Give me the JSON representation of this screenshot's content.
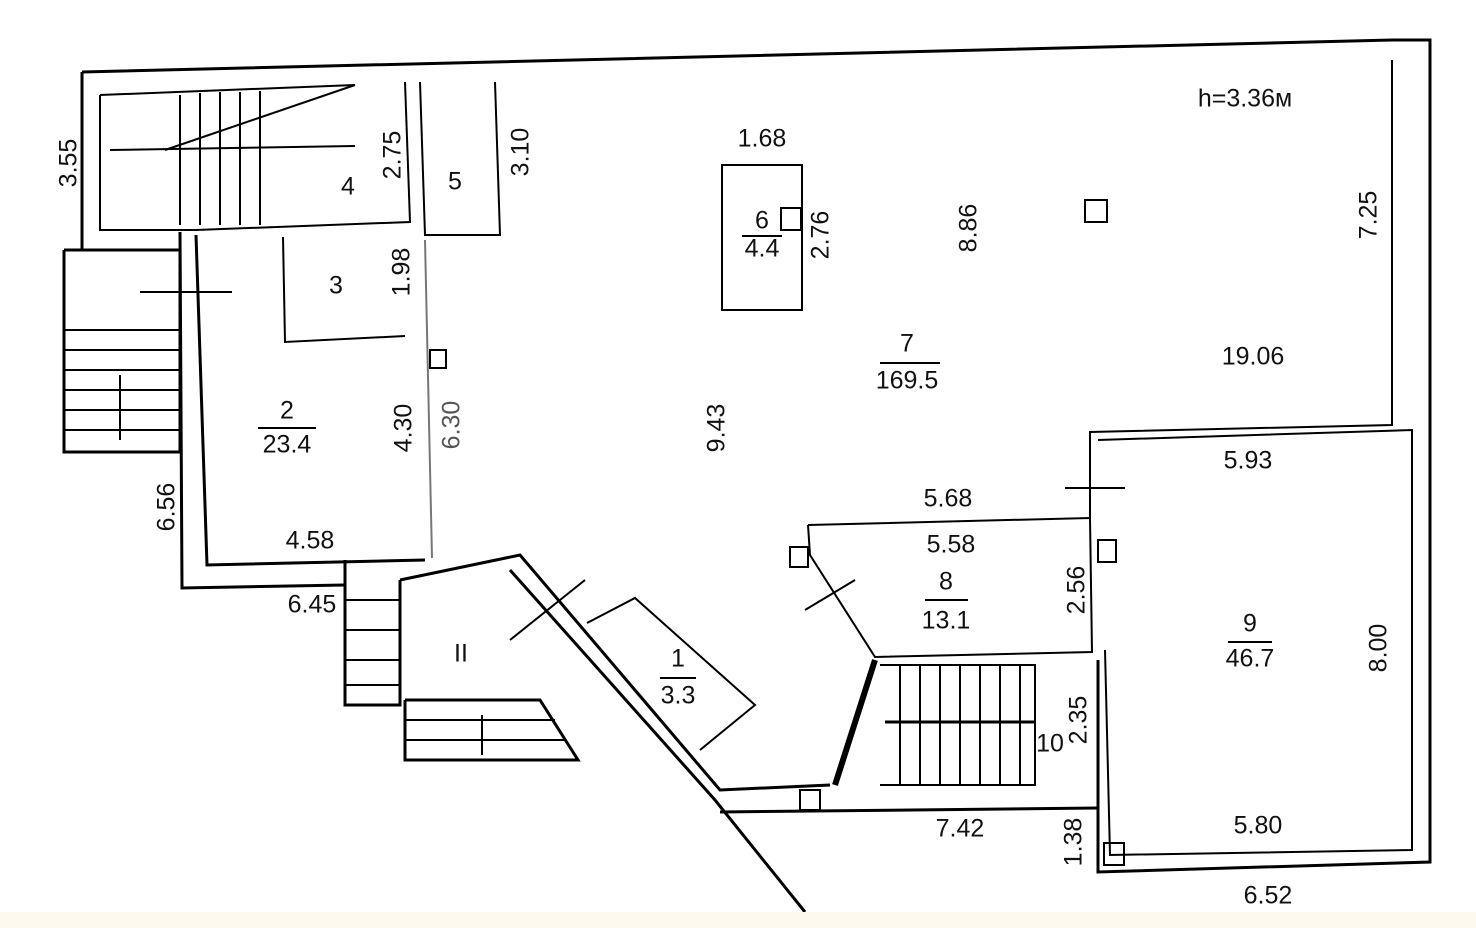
{
  "plan": {
    "ceiling_height": "h=3.36м",
    "rooms": [
      {
        "num": "1",
        "area": "3.3"
      },
      {
        "num": "2",
        "area": "23.4"
      },
      {
        "num": "3"
      },
      {
        "num": "4"
      },
      {
        "num": "5"
      },
      {
        "num": "6",
        "area": "4.4"
      },
      {
        "num": "7",
        "area": "169.5"
      },
      {
        "num": "8",
        "area": "13.1"
      },
      {
        "num": "9",
        "area": "46.7"
      },
      {
        "num": "10"
      }
    ],
    "stair_label": "II",
    "dimensions": {
      "d1_68": "1.68",
      "d2_76": "2.76",
      "d8_86": "8.86",
      "d7_25": "7.25",
      "d19_06": "19.06",
      "d9_43": "9.43",
      "d5_93": "5.93",
      "d5_68": "5.68",
      "d5_58": "5.58",
      "d2_56": "2.56",
      "d8_00": "8.00",
      "d2_35": "2.35",
      "d7_42": "7.42",
      "d5_80": "5.80",
      "d1_38": "1.38",
      "d6_52": "6.52",
      "d3_55": "3.55",
      "d2_75": "2.75",
      "d3_10": "3.10",
      "d1_98": "1.98",
      "d4_30": "4.30",
      "d6_30": "6.30",
      "d6_56": "6.56",
      "d4_58": "4.58",
      "d6_45": "6.45"
    }
  }
}
